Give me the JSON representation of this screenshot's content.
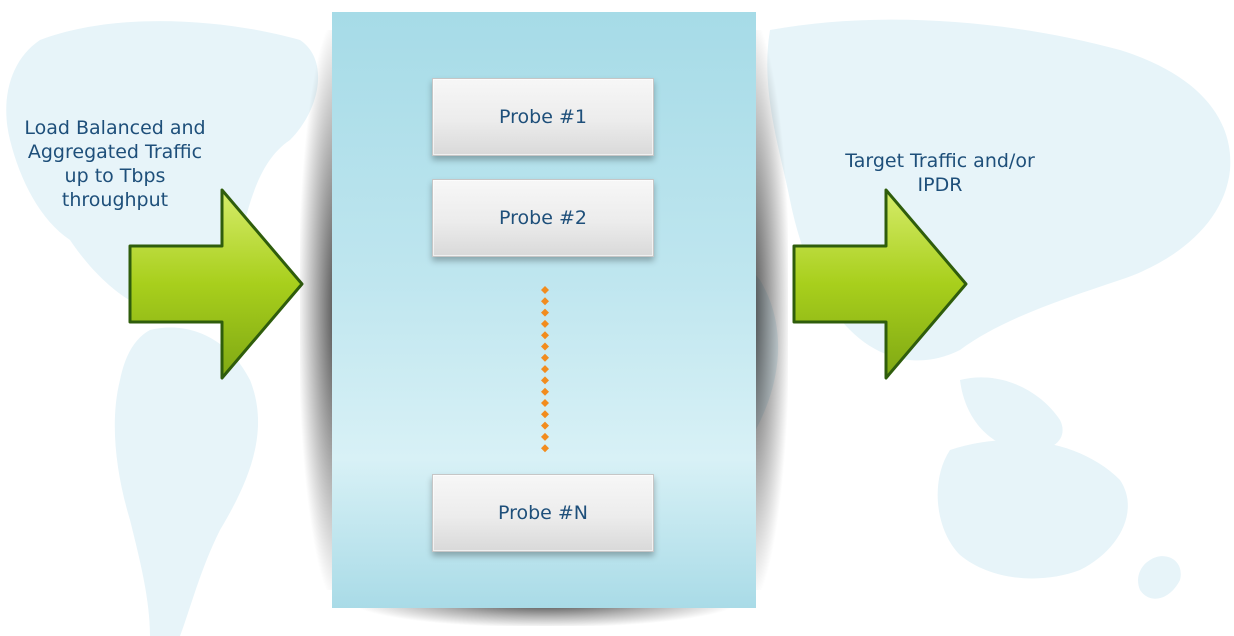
{
  "input": {
    "label": "Load Balanced and\nAggregated Traffic\nup to Tbps\nthroughput"
  },
  "output": {
    "label": "Target Traffic and/or\nIPDR"
  },
  "probes": [
    "Probe #1",
    "Probe #2",
    "Probe #N"
  ],
  "colors": {
    "label_text": "#1e4f7a",
    "arrow_fill": "#a8cf1c",
    "arrow_stroke": "#2f5d0c",
    "panel_fill": "#b8e3ee",
    "probe_box_fill": "#ececec",
    "dots": "#f28c1e",
    "map_fill": "#e6f4f8"
  }
}
